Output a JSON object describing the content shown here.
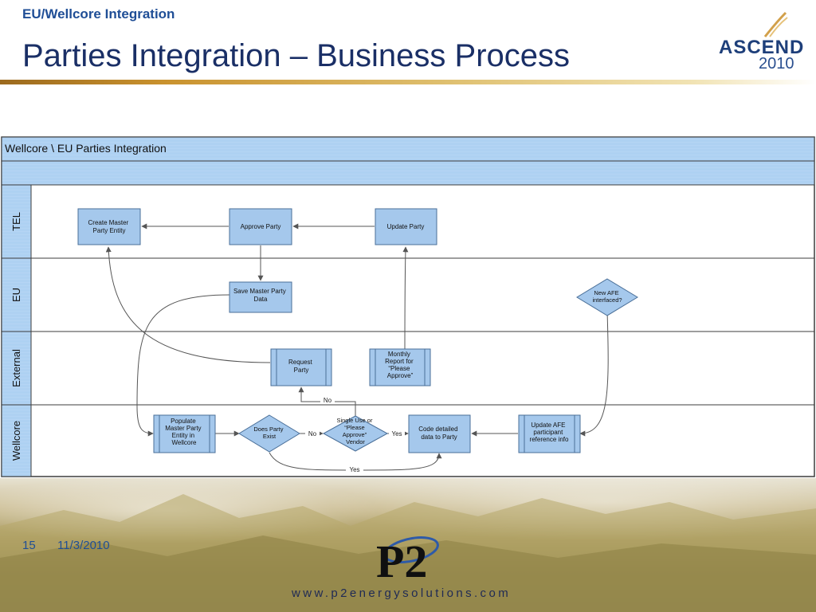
{
  "header": {
    "kicker": "EU/Wellcore Integration",
    "title": "Parties Integration – Business Process"
  },
  "logo": {
    "word": "ASCEND",
    "year": "2010"
  },
  "diagram": {
    "pool_title": "Wellcore \\ EU Parties Integration",
    "lanes": [
      "TEL",
      "EU",
      "External",
      "Wellcore"
    ],
    "nodes": {
      "create_master": [
        "Create Master",
        "Party Entity"
      ],
      "approve_party": [
        "Approve Party"
      ],
      "update_party": [
        "Update Party"
      ],
      "save_master": [
        "Save Master Party",
        "Data"
      ],
      "new_afe": [
        "New AFE",
        "interfaced?"
      ],
      "request_party": [
        "Request",
        "Party"
      ],
      "monthly_report": [
        "Monthly",
        "Report for",
        "“Please",
        "Approve”"
      ],
      "populate_master": [
        "Populate",
        "Master Party",
        "Entity in",
        "Wellcore"
      ],
      "does_party_exist": [
        "Does Party",
        "Exist"
      ],
      "single_use": [
        "Single Use or",
        "“Please",
        "Approve”",
        "Vendor"
      ],
      "code_detailed": [
        "Code detailed",
        "data to Party"
      ],
      "update_afe": [
        "Update AFE",
        "participant",
        "reference info"
      ]
    },
    "edge_labels": {
      "no_1": "No",
      "no_2": "No",
      "yes_1": "Yes",
      "yes_2": "Yes"
    }
  },
  "colors": {
    "box_fill": "#a5c8ec",
    "box_stroke": "#4a6f98",
    "pool_header": "#aed1f2",
    "title_color": "#1a2f66"
  },
  "footer": {
    "slide_number": "15",
    "date": "11/3/2010",
    "company_mark": "P2",
    "url": "www.p2energysolutions.com"
  }
}
